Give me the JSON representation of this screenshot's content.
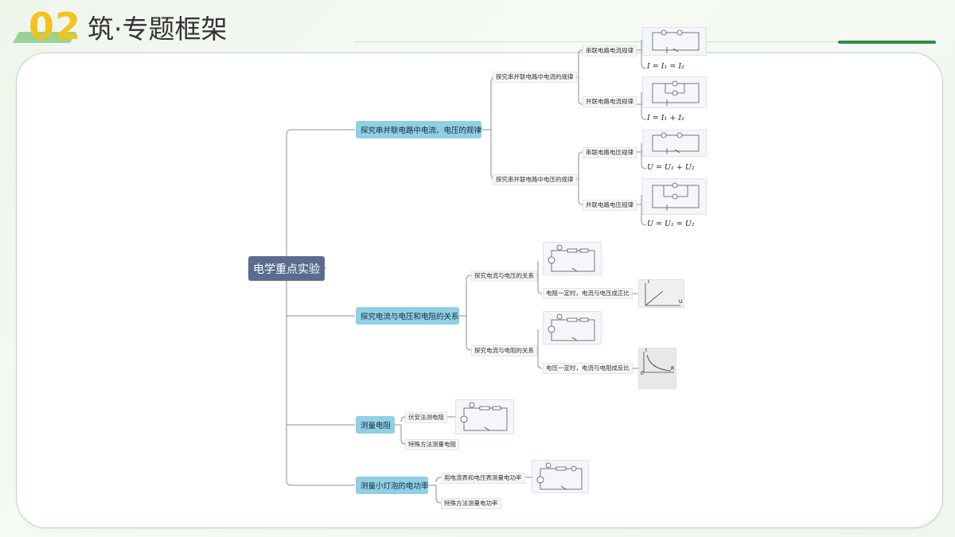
{
  "header": {
    "number": "02",
    "title": "筑·专题框架"
  },
  "mindmap": {
    "root": "电学重点实验",
    "branches": [
      {
        "label": "探究串并联电路中电流、电压的规律",
        "children": [
          {
            "label": "探究串并联电路中电流的规律",
            "children": [
              {
                "label": "串联电路电流规律",
                "formula": "I = I₁ = I₂"
              },
              {
                "label": "并联电路电流规律",
                "formula": "I = I₁ + I₂"
              }
            ]
          },
          {
            "label": "探究串并联电路中电压的规律",
            "children": [
              {
                "label": "串联电路电压规律",
                "formula": "U = U₁ + U₂"
              },
              {
                "label": "并联电路电压规律",
                "formula": "U = U₁ = U₂"
              }
            ]
          }
        ]
      },
      {
        "label": "探究电流与电压和电阻的关系",
        "children": [
          {
            "label": "探究电流与电压的关系",
            "children": [
              {
                "label": "电阻一定时，电流与电压成正比",
                "graph": {
                  "y": "I",
                  "x": "U"
                }
              }
            ]
          },
          {
            "label": "探究电流与电阻的关系",
            "children": [
              {
                "label": "电压一定时，电流与电阻成反比",
                "graph": {
                  "y": "I",
                  "x": "R",
                  "origin": "0"
                }
              }
            ]
          }
        ]
      },
      {
        "label": "测量电阻",
        "children": [
          {
            "label": "伏安法测电阻"
          },
          {
            "label": "特殊方法测量电阻"
          }
        ]
      },
      {
        "label": "测量小灯泡的电功率",
        "children": [
          {
            "label": "用电流表和电压表测量电功率"
          },
          {
            "label": "特殊方法测量电功率"
          }
        ]
      }
    ]
  }
}
